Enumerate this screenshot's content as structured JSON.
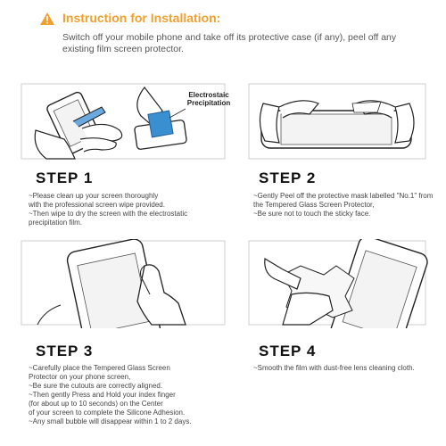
{
  "header": {
    "title": "Instruction for Installation:",
    "intro": "Switch off your mobile phone and take off its protective case (if any), peel off any existing film screen protector."
  },
  "steps": [
    {
      "title": "STEP 1",
      "desc": "~Please clean up your screen thoroughly\n  with the professional screen wipe provided.\n~Then wipe to dry the screen with the electrostatic\n  precipitation film.",
      "annotation": [
        "Electrostaic",
        "Precipitation"
      ]
    },
    {
      "title": "STEP 2",
      "desc": "~Gently Peel off the protective mask labelled \"No.1\" from\n  the Tempered Glass Screen Protector,\n~Be sure not to touch the sticky face."
    },
    {
      "title": "STEP 3",
      "desc": "~Carefully place the Tempered Glass Screen\n  Protector on your phone screen,\n~Be sure the cutouts are correctly aligned.\n~Then gently Press and Hold your index finger\n  (for about up to 10      seconds) on the Center\n  of your screen to complete the Silicone Adhesion.\n~Any small bubble will disappear within 1 to 2 days."
    },
    {
      "title": "STEP 4",
      "desc": "~Smooth the film with dust-free lens cleaning cloth."
    }
  ],
  "colors": {
    "accent": "#f0a030",
    "cloth": "#3a8fd0"
  },
  "icons": [
    "warning-icon",
    "hand-phone-icon",
    "electrostatic-film-icon",
    "peel-phone-icon",
    "press-phone-icon",
    "cloth-wipe-icon"
  ]
}
